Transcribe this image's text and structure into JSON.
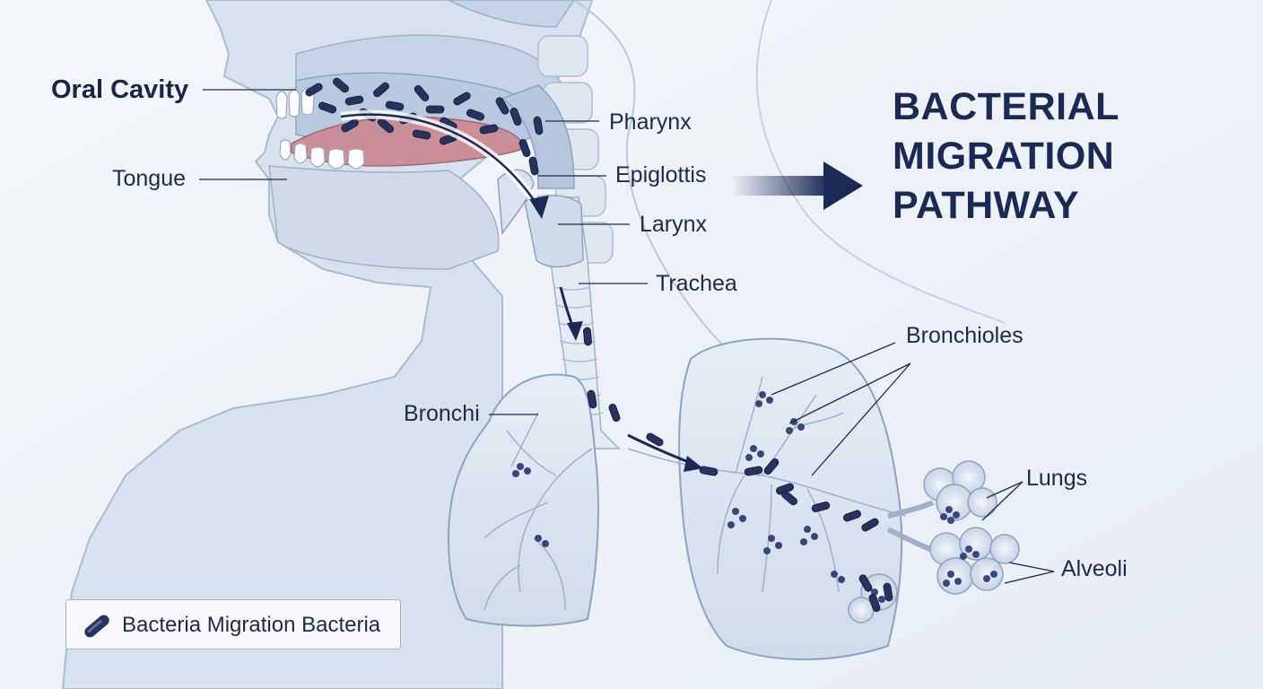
{
  "title": {
    "line1": "BACTERIAL",
    "line2": "MIGRATION",
    "line3": "PATHWAY"
  },
  "labels": {
    "oral_cavity": "Oral Cavity",
    "tongue": "Tongue",
    "pharynx": "Pharynx",
    "epiglottis": "Epiglottis",
    "larynx": "Larynx",
    "trachea": "Trachea",
    "bronchioles": "Bronchioles",
    "bronchi": "Bronchi",
    "lungs": "Lungs",
    "alveoli": "Alveoli"
  },
  "legend": {
    "text": "Bacteria Migration Bacteria",
    "icon": "bacterium-icon"
  },
  "colors": {
    "bacteria": "#27335e",
    "ink": "#1b2a55",
    "tissue": "#c9d6e8",
    "tongue": "#c98e98"
  }
}
